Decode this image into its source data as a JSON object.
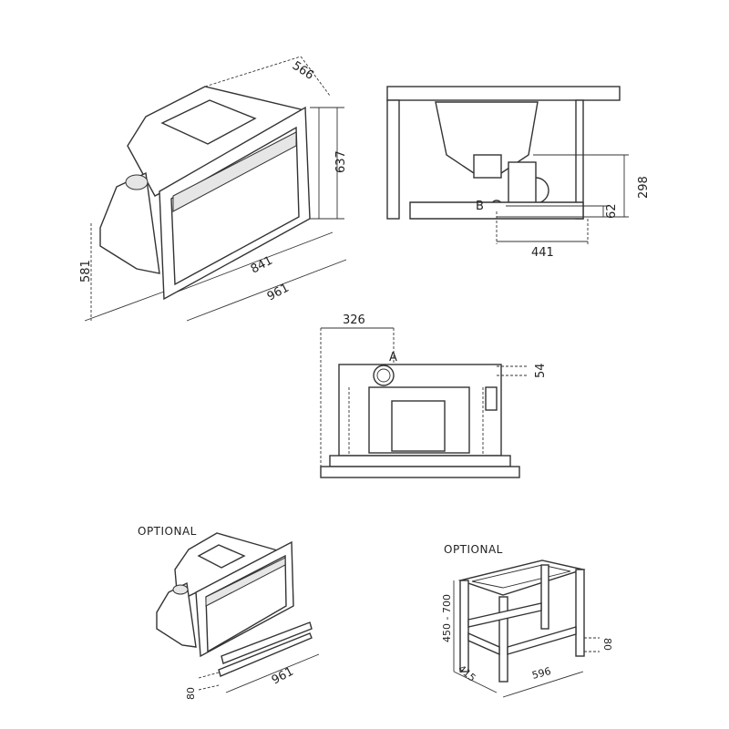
{
  "iso_view": {
    "depth": "566",
    "height": "637",
    "total_height": "581",
    "width_inner": "841",
    "width_outer": "961"
  },
  "side_view": {
    "height_b": "298",
    "height_62": "62",
    "depth_441": "441",
    "label_b": "B"
  },
  "top_view": {
    "width_326": "326",
    "label_a": "A",
    "height_54": "54"
  },
  "optional_frame": {
    "title": "OPTIONAL",
    "width": "961",
    "height": "80"
  },
  "optional_stand": {
    "title": "OPTIONAL",
    "height_range": "450 - 700",
    "foot": "80",
    "depth": "415",
    "width": "596"
  }
}
